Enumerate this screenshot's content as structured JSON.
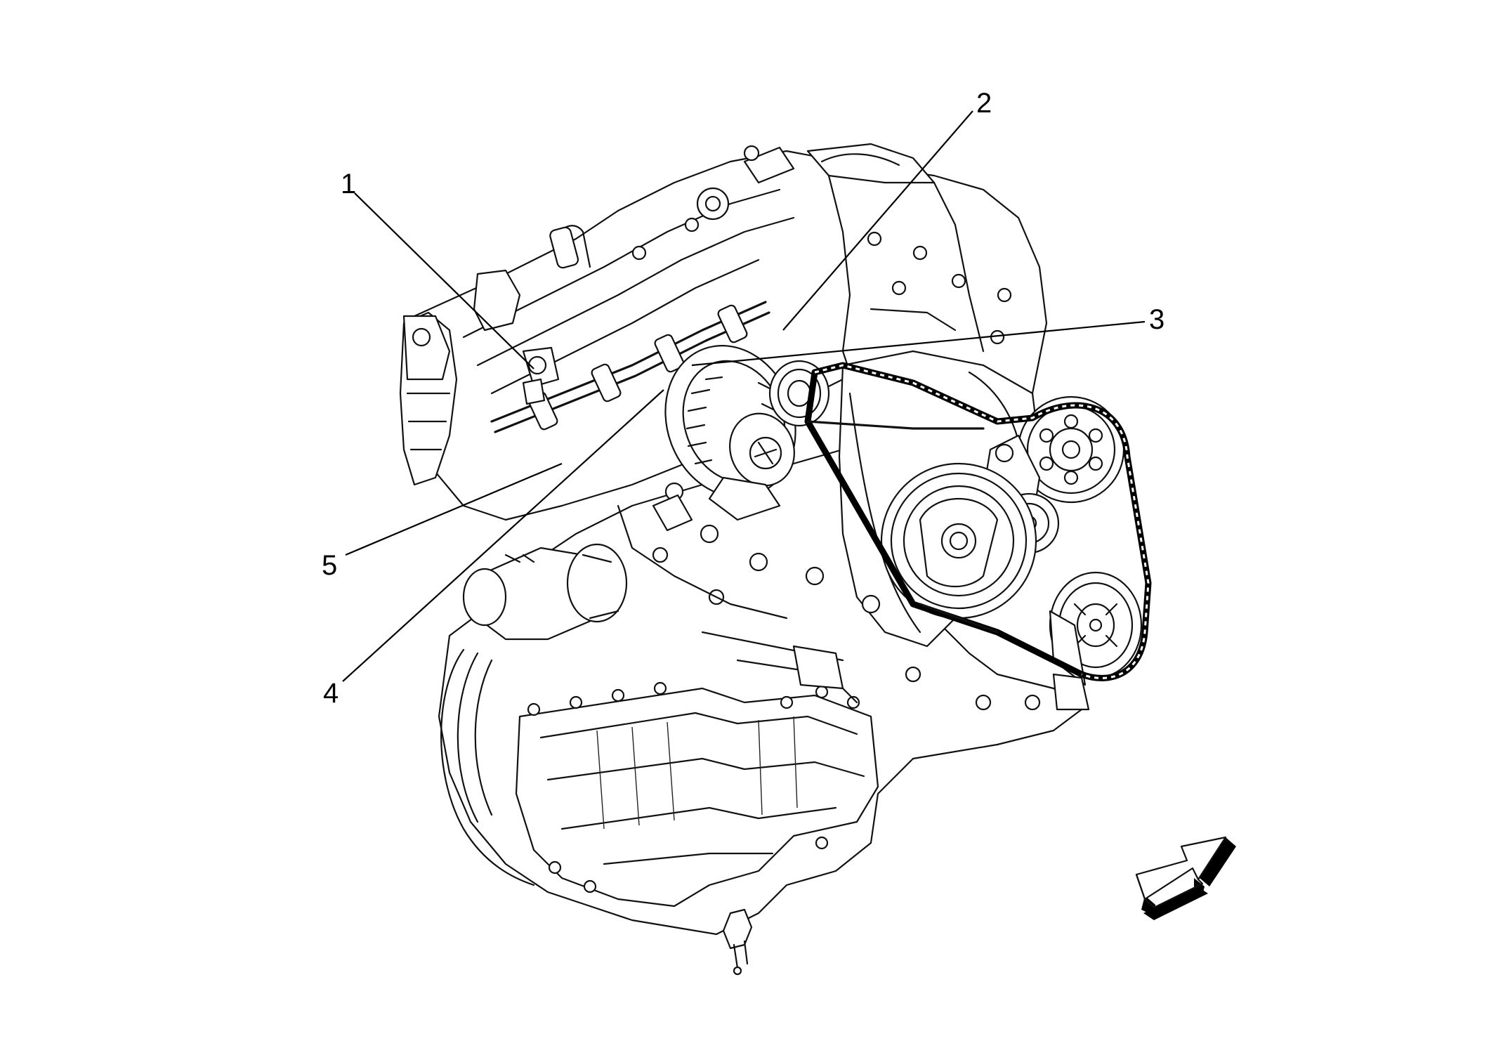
{
  "callouts": [
    {
      "id": "1",
      "label": "1"
    },
    {
      "id": "2",
      "label": "2"
    },
    {
      "id": "3",
      "label": "3"
    },
    {
      "id": "4",
      "label": "4"
    },
    {
      "id": "5",
      "label": "5"
    }
  ],
  "view_arrow": {
    "icon": "view-direction-arrow-icon"
  }
}
